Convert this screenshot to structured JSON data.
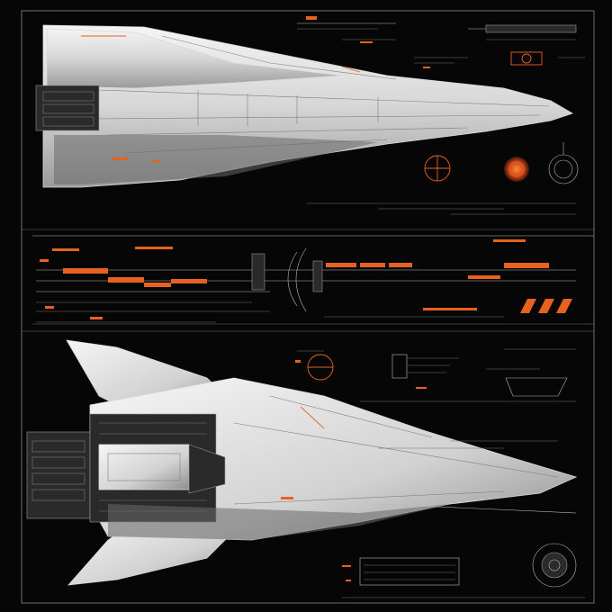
{
  "sheet": {
    "background": "#060606",
    "accent_color": "#e8621f",
    "line_color": "#b8b8b8",
    "hull_color": "#e6e6e6"
  },
  "panels": [
    {
      "id": "top-view",
      "subject": "spacecraft-side-elevation"
    },
    {
      "id": "schematic-strip",
      "subject": "internal-systems-schematic"
    },
    {
      "id": "bottom-view",
      "subject": "spacecraft-plan-view"
    }
  ],
  "icons": [
    "reticle-icon",
    "thruster-glow-icon",
    "engine-ring-icon",
    "cockpit-detail-icon",
    "gear-sphere-icon"
  ]
}
